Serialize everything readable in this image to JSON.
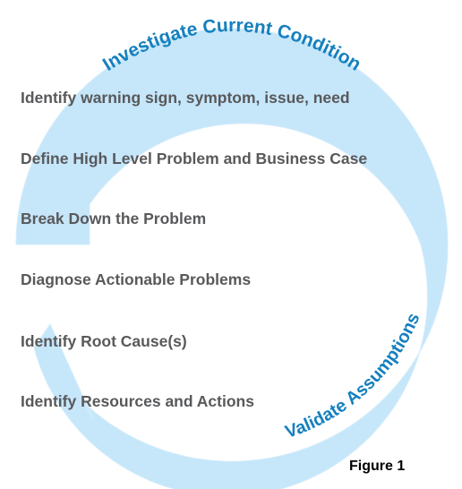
{
  "diagram": {
    "arc_color": "#c6e6fa",
    "label_color": "#1580be",
    "top_label": "Investigate Current Condition",
    "bottom_label": "Validate Assumptions"
  },
  "steps": [
    "Identify warning sign, symptom, issue, need",
    "Define High Level Problem and Business Case",
    "Break Down the Problem",
    "Diagnose Actionable Problems",
    "Identify Root Cause(s)",
    "Identify Resources and Actions"
  ],
  "caption": "Figure 1"
}
